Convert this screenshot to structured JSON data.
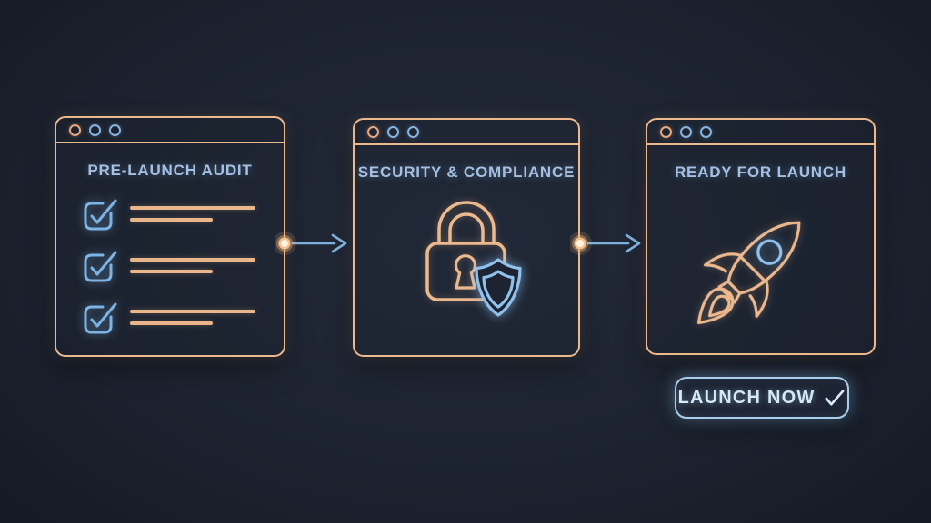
{
  "colors": {
    "background": "#1c2230",
    "outline_orange": "#ecb88e",
    "line_orange": "#eab58a",
    "icon_blue": "#7db4e4",
    "title_blue": "#a4c0e2",
    "button_blue": "#d6e8f8",
    "dot_core": "#fff4e2",
    "dot_halo": "#f3b278"
  },
  "windows": [
    {
      "id": "pre-launch-audit",
      "title": "PRE-LAUNCH AUDIT",
      "icon": "checklist-icon",
      "checklist_item_count": 3,
      "window_controls": [
        "orange",
        "blue",
        "blue"
      ]
    },
    {
      "id": "security-compliance",
      "title": "SECURITY & COMPLIANCE",
      "icon": "lock-shield-icon",
      "window_controls": [
        "orange",
        "blue",
        "blue"
      ]
    },
    {
      "id": "ready-for-launch",
      "title": "READY FOR LAUNCH",
      "icon": "rocket-icon",
      "window_controls": [
        "orange",
        "blue",
        "blue"
      ]
    }
  ],
  "connectors": [
    {
      "from": "pre-launch-audit",
      "to": "security-compliance",
      "style": "glow-dot-arrow"
    },
    {
      "from": "security-compliance",
      "to": "ready-for-launch",
      "style": "glow-dot-arrow"
    }
  ],
  "launch_button": {
    "label": "LAUNCH NOW",
    "icon": "checkmark-icon"
  }
}
